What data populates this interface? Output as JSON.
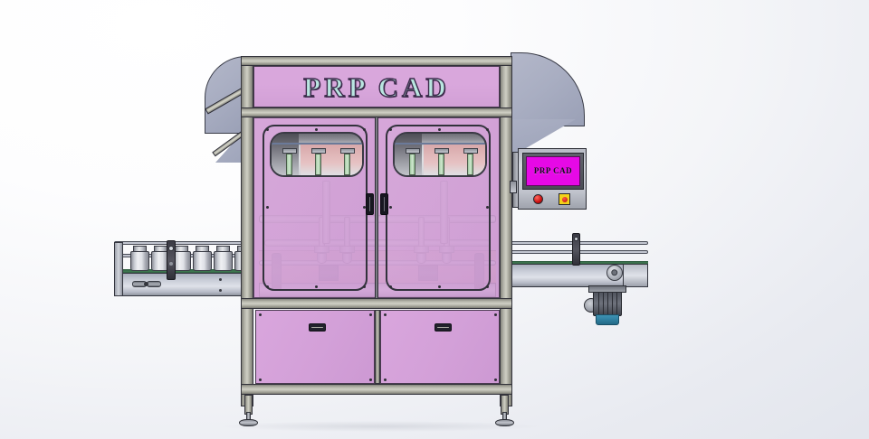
{
  "scene": {
    "title": "PRP CAD",
    "subject": "automatic-inline-bottle-filling-machine",
    "background_top_color": "#ffffff",
    "background_bottom_color": "#e3e6ed"
  },
  "machine": {
    "banner": {
      "text": "PRP CAD",
      "panel_color": "#d9a7dc",
      "text_color": "#b9e6e0",
      "outline_color": "#3d2c4c"
    },
    "enclosure": {
      "panel_color": "#d5a4d8",
      "frame_color": "#b4b4a9",
      "guard_color": "#a9aec2"
    },
    "doors": [
      {
        "name": "left-door",
        "label": "",
        "handle_color": "#171720"
      },
      {
        "name": "right-door",
        "label": "",
        "handle_color": "#171720"
      }
    ],
    "cabinets": [
      {
        "name": "left-cabinet",
        "panel_color": "#d9a6dd"
      },
      {
        "name": "right-cabinet",
        "panel_color": "#d9a6dd"
      }
    ],
    "feet_count": 2
  },
  "hmi": {
    "screen_text": "PRP CAD",
    "screen_color": "#e609e6",
    "screen_text_color": "#12121a",
    "buttons": [
      {
        "name": "start-button",
        "color": "#cc1010",
        "shape": "round"
      },
      {
        "name": "emergency-stop-button",
        "color": "#f2d21a",
        "shape": "square"
      }
    ]
  },
  "conveyor": {
    "infeed_name": "infeed-conveyor",
    "outfeed_name": "outfeed-conveyor",
    "belt_color": "#3f7a52",
    "frame_color": "#c9cdd8",
    "bottle_count": 6,
    "bottle_color": "#eff0f3",
    "motor": {
      "name": "conveyor-drive-motor",
      "body_color": "#6e727c",
      "base_color": "#2f7fa0"
    }
  },
  "internals": {
    "filling_head_count": 6,
    "pipe_color": "#c9ccd4",
    "machine_band_color": "#d89d9d"
  }
}
